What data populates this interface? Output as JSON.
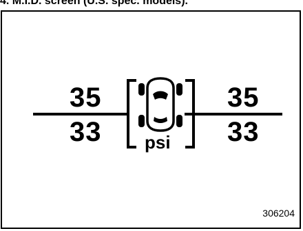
{
  "caption": "4. M.I.D. screen (U.S. spec. models).",
  "display": {
    "front_left": "35",
    "rear_left": "33",
    "front_right": "35",
    "rear_right": "33",
    "unit": "psi",
    "car_icon": "car-top-view-icon"
  },
  "figure_id": "306204"
}
